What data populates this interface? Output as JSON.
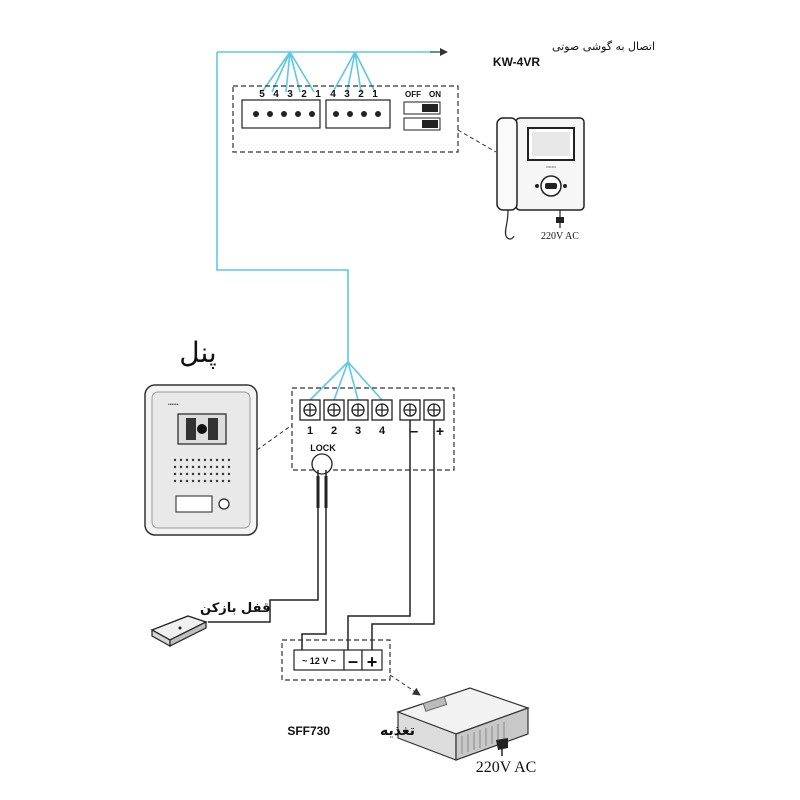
{
  "monitor": {
    "label_fa": "اتصال به گوشی صوتی",
    "model": "KW-4VR",
    "power": "220V AC",
    "term_group_a": [
      "5",
      "4",
      "3",
      "2",
      "1"
    ],
    "term_group_b": [
      "4",
      "3",
      "2",
      "1"
    ],
    "switch_off": "OFF",
    "switch_on": "ON"
  },
  "panel": {
    "title_fa": "پنل",
    "terminals": [
      "1",
      "2",
      "3",
      "4",
      "–",
      "+"
    ],
    "lock_label": "LOCK"
  },
  "lock": {
    "label_fa": "قفل بازکن"
  },
  "power_supply": {
    "terminal_ac": "~ 12 V ~",
    "terminal_minus": "–",
    "terminal_plus": "+",
    "model": "SFF730",
    "label_fa": "تغذیه",
    "input": "220V AC"
  },
  "colors": {
    "bus_wire": "#5bc8e4",
    "power_wire": "#222222",
    "dashed_box": "#333333"
  }
}
